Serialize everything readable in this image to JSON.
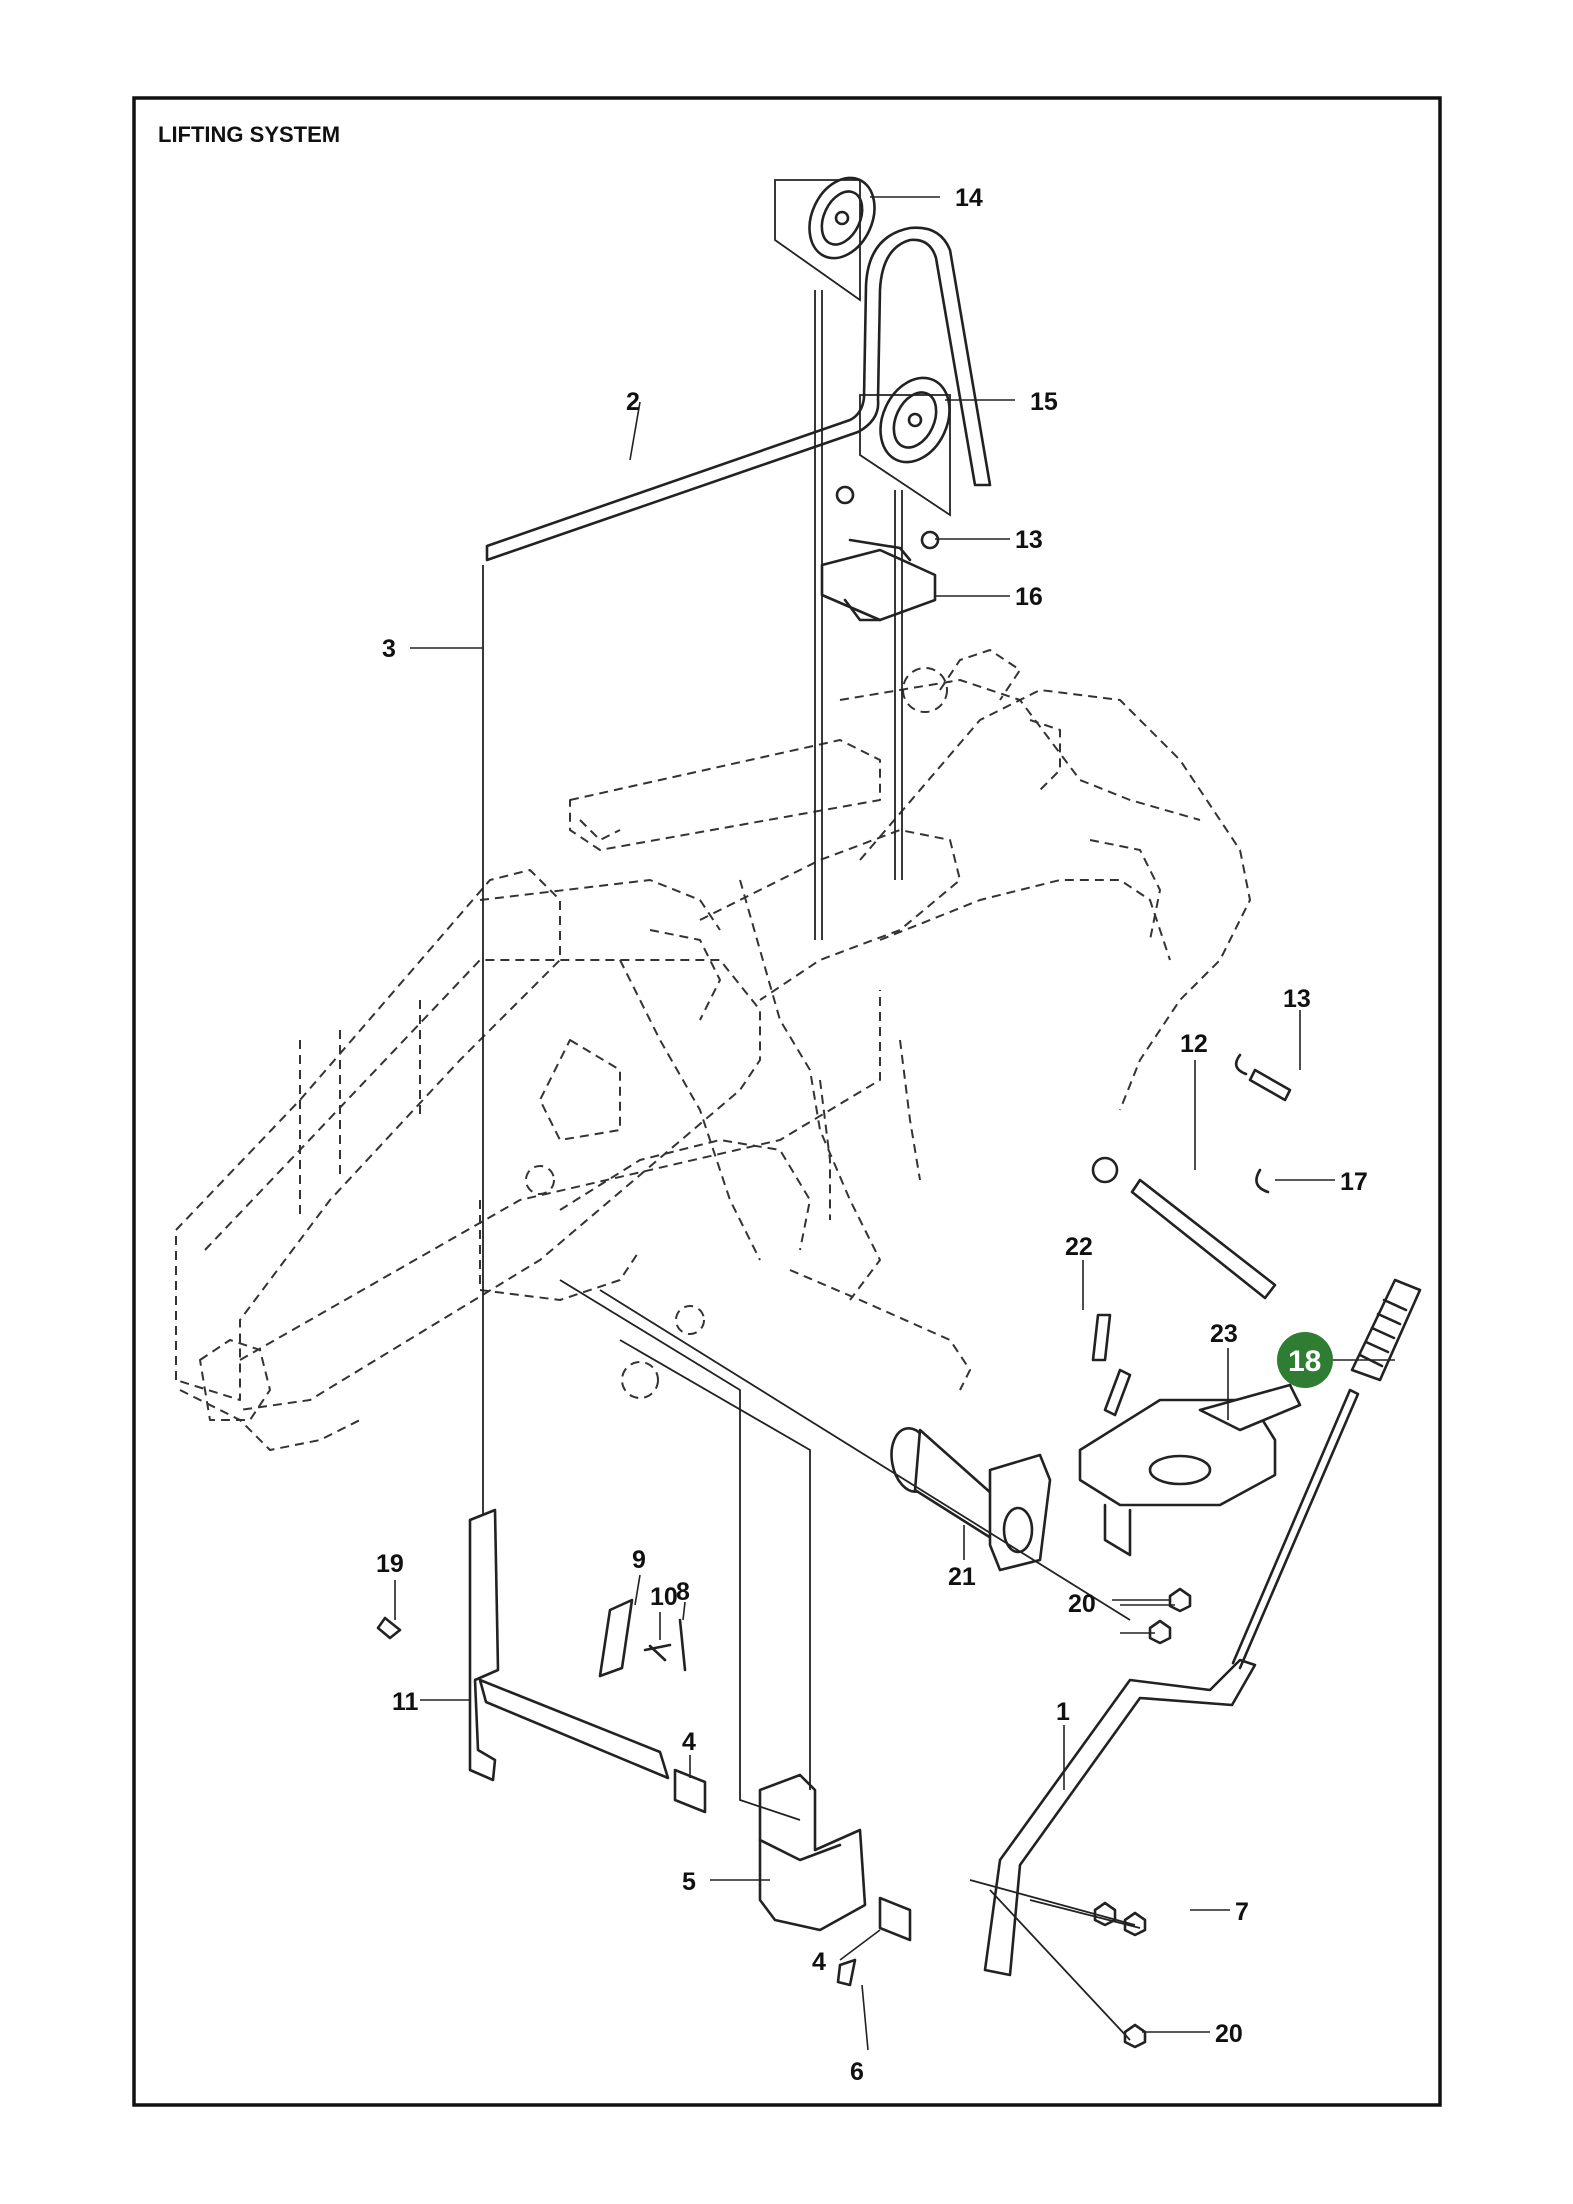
{
  "title": "LIFTING SYSTEM",
  "colors": {
    "border": "#111111",
    "highlight": "#2e7d32",
    "line": "#222222"
  },
  "highlighted_part": "16",
  "callouts": [
    {
      "id": "c1",
      "label": "1"
    },
    {
      "id": "c2",
      "label": "2"
    },
    {
      "id": "c3",
      "label": "3"
    },
    {
      "id": "c4a",
      "label": "4"
    },
    {
      "id": "c4b",
      "label": "4"
    },
    {
      "id": "c5",
      "label": "5"
    },
    {
      "id": "c6",
      "label": "6"
    },
    {
      "id": "c7",
      "label": "7"
    },
    {
      "id": "c8",
      "label": "8"
    },
    {
      "id": "c9",
      "label": "9"
    },
    {
      "id": "c10",
      "label": "10"
    },
    {
      "id": "c11",
      "label": "11"
    },
    {
      "id": "c12",
      "label": "12"
    },
    {
      "id": "c13a",
      "label": "13"
    },
    {
      "id": "c13b",
      "label": "13"
    },
    {
      "id": "c14",
      "label": "14"
    },
    {
      "id": "c15",
      "label": "15"
    },
    {
      "id": "c16",
      "label": "16"
    },
    {
      "id": "c17",
      "label": "17"
    },
    {
      "id": "c18",
      "label": "18"
    },
    {
      "id": "c19",
      "label": "19"
    },
    {
      "id": "c20a",
      "label": "20"
    },
    {
      "id": "c20b",
      "label": "20"
    },
    {
      "id": "c21",
      "label": "21"
    },
    {
      "id": "c22",
      "label": "22"
    },
    {
      "id": "c23",
      "label": "23"
    }
  ]
}
